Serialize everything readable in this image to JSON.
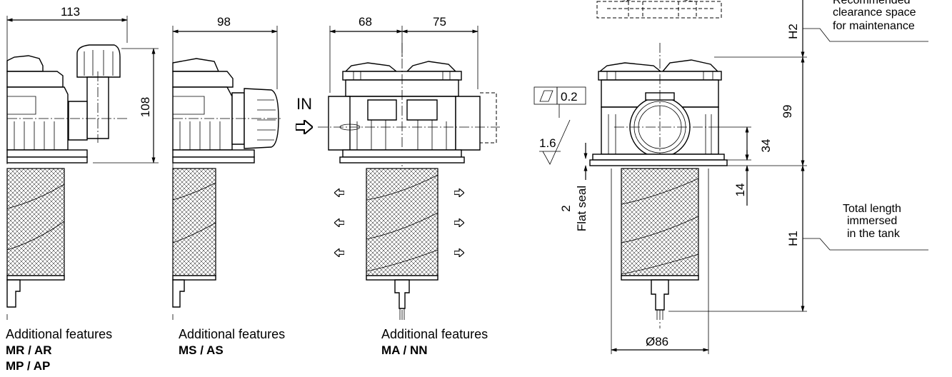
{
  "dimensions": {
    "w113": "113",
    "w98": "98",
    "w68": "68",
    "w75": "75",
    "h108": "108",
    "h99": "99",
    "h34": "34",
    "h14": "14",
    "dia86": "Ø86",
    "h1": "H1",
    "h2": "H2"
  },
  "annotations": {
    "inlet": "IN",
    "flatness_tolerance": "0.2",
    "surface_roughness": "1.6",
    "seal_width": "2",
    "seal_type": "Flat seal",
    "clearance": [
      "Recommended",
      "clearance space",
      "for maintenance"
    ],
    "immersed": [
      "Total length",
      "immersed",
      "in the tank"
    ]
  },
  "variants": [
    {
      "caption": "Additional features",
      "codes": [
        "MR / AR",
        "MP / AP"
      ]
    },
    {
      "caption": "Additional features",
      "codes": [
        "MS / AS"
      ]
    },
    {
      "caption": "Additional features",
      "codes": [
        "MA / NN"
      ]
    }
  ]
}
